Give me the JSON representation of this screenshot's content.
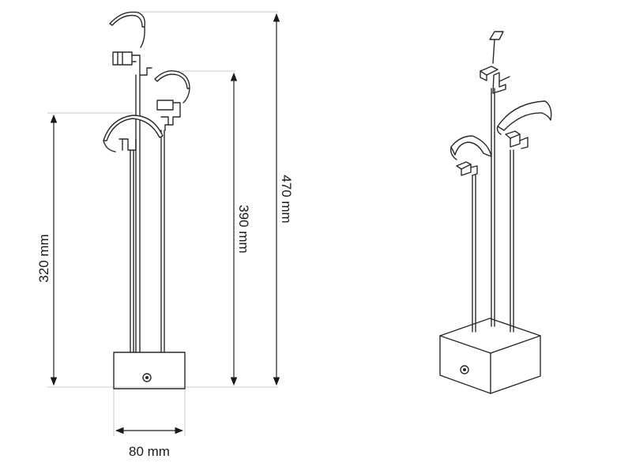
{
  "dimensions": {
    "width_label": "80 mm",
    "height_short_label": "320 mm",
    "height_mid_label": "390 mm",
    "height_tall_label": "470 mm"
  },
  "colors": {
    "line": "#2a2a2a",
    "extension_line": "#c8c8c8",
    "background": "#ffffff"
  }
}
